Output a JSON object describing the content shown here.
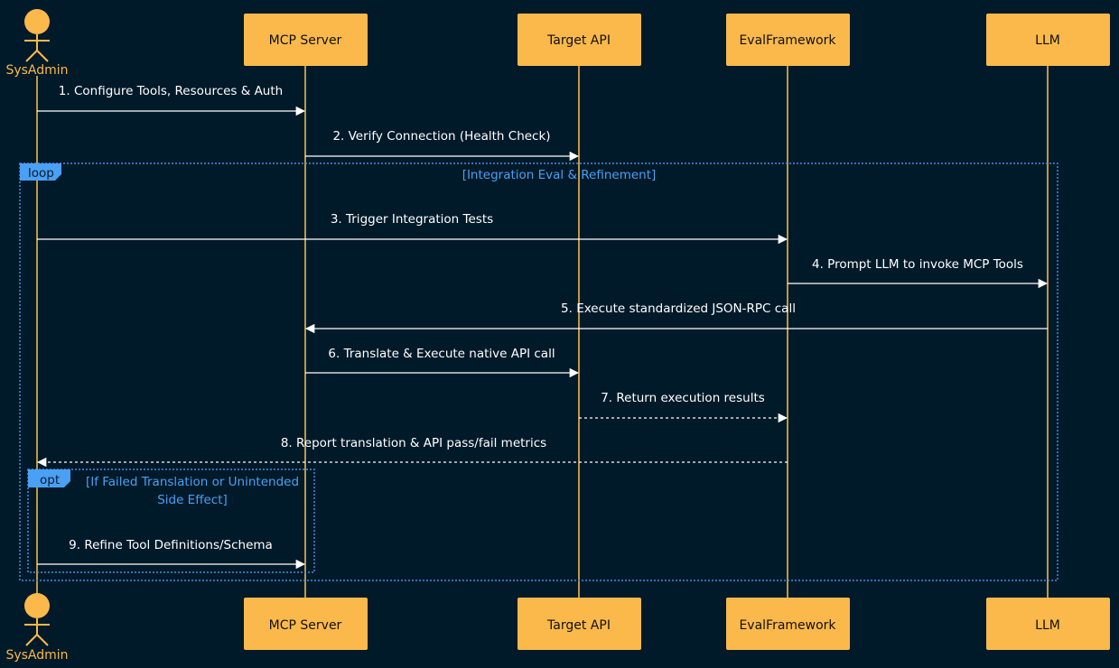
{
  "actor": {
    "name": "SysAdmin"
  },
  "participants": [
    "MCP Server",
    "Target API",
    "EvalFramework",
    "LLM"
  ],
  "messages": [
    {
      "text": "1. Configure Tools, Resources & Auth",
      "from": "SysAdmin",
      "to": "MCP Server",
      "style": "solid"
    },
    {
      "text": "2. Verify Connection (Health Check)",
      "from": "MCP Server",
      "to": "Target API",
      "style": "solid"
    },
    {
      "text": "3. Trigger Integration Tests",
      "from": "SysAdmin",
      "to": "EvalFramework",
      "style": "solid"
    },
    {
      "text": "4. Prompt LLM to invoke MCP Tools",
      "from": "EvalFramework",
      "to": "LLM",
      "style": "solid"
    },
    {
      "text": "5. Execute standardized JSON-RPC call",
      "from": "LLM",
      "to": "MCP Server",
      "style": "solid"
    },
    {
      "text": "6. Translate & Execute native API call",
      "from": "MCP Server",
      "to": "Target API",
      "style": "solid"
    },
    {
      "text": "7. Return execution results",
      "from": "Target API",
      "to": "EvalFramework",
      "style": "dashed"
    },
    {
      "text": "8. Report translation & API pass/fail metrics",
      "from": "EvalFramework",
      "to": "SysAdmin",
      "style": "dashed"
    },
    {
      "text": "9. Refine Tool Definitions/Schema",
      "from": "SysAdmin",
      "to": "MCP Server",
      "style": "solid"
    }
  ],
  "frames": {
    "loop": {
      "label": "loop",
      "condition": "[Integration Eval & Refinement]"
    },
    "opt": {
      "label": "opt",
      "condition_lines": [
        "[If Failed Translation or Unintended",
        "Side Effect]"
      ]
    }
  },
  "colors": {
    "background": "#001a29",
    "participant": "#fbb94c",
    "frame": "#4aa0f5",
    "message": "#ffffff"
  }
}
